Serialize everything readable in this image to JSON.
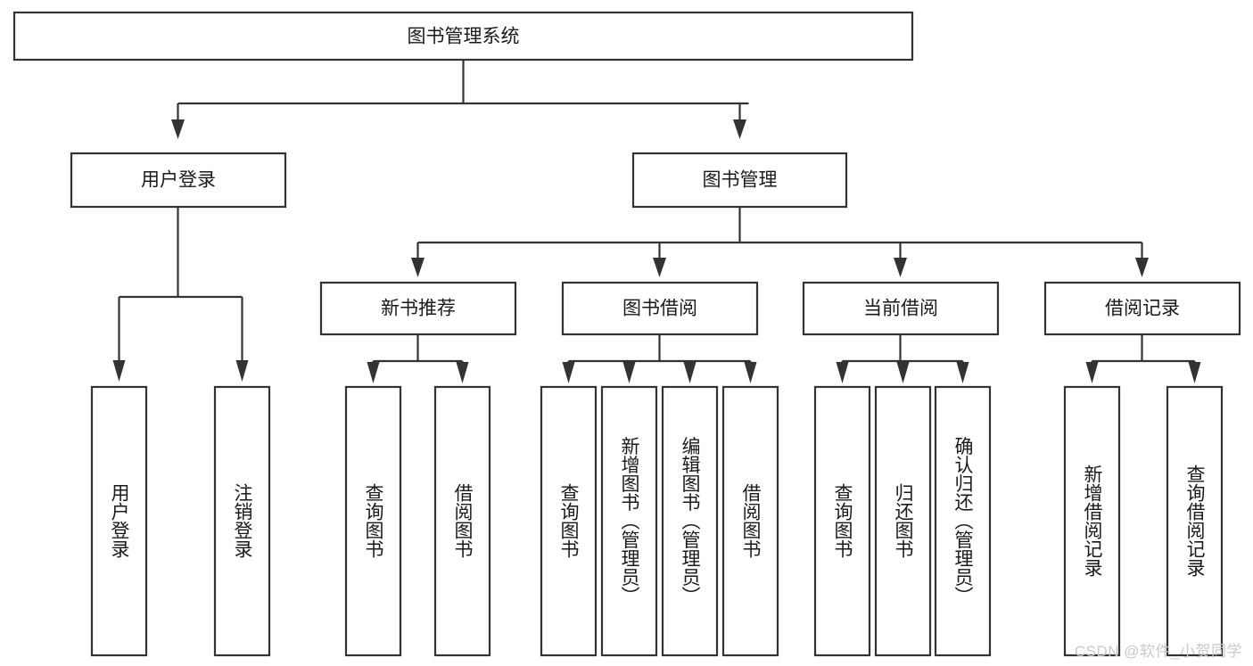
{
  "diagram": {
    "type": "tree-hierarchy-chart",
    "title": "图书管理系统",
    "watermark": "CSDN @软件_小贺同学",
    "colors": {
      "stroke": "#333333",
      "fill": "#ffffff",
      "text": "#1a1a1a",
      "watermark": "#c9c9c9"
    },
    "levels": {
      "level0": [
        {
          "id": "root",
          "label": "图书管理系统",
          "orientation": "horizontal"
        }
      ],
      "level1": [
        {
          "id": "user-login",
          "label": "用户登录",
          "orientation": "horizontal"
        },
        {
          "id": "book-manage",
          "label": "图书管理",
          "orientation": "horizontal"
        }
      ],
      "level2": [
        {
          "id": "new-book-recommend",
          "label": "新书推荐",
          "orientation": "horizontal"
        },
        {
          "id": "book-borrow",
          "label": "图书借阅",
          "orientation": "horizontal"
        },
        {
          "id": "current-borrow",
          "label": "当前借阅",
          "orientation": "horizontal"
        },
        {
          "id": "borrow-record",
          "label": "借阅记录",
          "orientation": "horizontal"
        }
      ],
      "level3": [
        {
          "id": "leaf-user-login",
          "label": "用户登录",
          "orientation": "vertical",
          "parent": "user-login"
        },
        {
          "id": "leaf-user-logout",
          "label": "注销登录",
          "orientation": "vertical",
          "parent": "user-login"
        },
        {
          "id": "leaf-query-book-1",
          "label": "查询图书",
          "orientation": "vertical",
          "parent": "new-book-recommend"
        },
        {
          "id": "leaf-borrow-book-1",
          "label": "借阅图书",
          "orientation": "vertical",
          "parent": "new-book-recommend"
        },
        {
          "id": "leaf-query-book-2",
          "label": "查询图书",
          "orientation": "vertical",
          "parent": "book-borrow"
        },
        {
          "id": "leaf-add-book",
          "label": "新增图书（管理员）",
          "orientation": "vertical",
          "parent": "book-borrow"
        },
        {
          "id": "leaf-edit-book",
          "label": "编辑图书（管理员）",
          "orientation": "vertical",
          "parent": "book-borrow"
        },
        {
          "id": "leaf-borrow-book-2",
          "label": "借阅图书",
          "orientation": "vertical",
          "parent": "book-borrow"
        },
        {
          "id": "leaf-query-book-3",
          "label": "查询图书",
          "orientation": "vertical",
          "parent": "current-borrow"
        },
        {
          "id": "leaf-return-book",
          "label": "归还图书",
          "orientation": "vertical",
          "parent": "current-borrow"
        },
        {
          "id": "leaf-confirm-return",
          "label": "确认归还（管理员）",
          "orientation": "vertical",
          "parent": "current-borrow"
        },
        {
          "id": "leaf-add-record",
          "label": "新增借阅记录",
          "orientation": "vertical",
          "parent": "borrow-record"
        },
        {
          "id": "leaf-query-record",
          "label": "查询借阅记录",
          "orientation": "vertical",
          "parent": "borrow-record"
        }
      ]
    },
    "edges": [
      {
        "from": "root",
        "to": "user-login"
      },
      {
        "from": "root",
        "to": "book-manage"
      },
      {
        "from": "user-login",
        "to": "leaf-user-login"
      },
      {
        "from": "user-login",
        "to": "leaf-user-logout"
      },
      {
        "from": "book-manage",
        "to": "new-book-recommend"
      },
      {
        "from": "book-manage",
        "to": "book-borrow"
      },
      {
        "from": "book-manage",
        "to": "current-borrow"
      },
      {
        "from": "book-manage",
        "to": "borrow-record"
      },
      {
        "from": "new-book-recommend",
        "to": "leaf-query-book-1"
      },
      {
        "from": "new-book-recommend",
        "to": "leaf-borrow-book-1"
      },
      {
        "from": "book-borrow",
        "to": "leaf-query-book-2"
      },
      {
        "from": "book-borrow",
        "to": "leaf-add-book"
      },
      {
        "from": "book-borrow",
        "to": "leaf-edit-book"
      },
      {
        "from": "book-borrow",
        "to": "leaf-borrow-book-2"
      },
      {
        "from": "current-borrow",
        "to": "leaf-query-book-3"
      },
      {
        "from": "current-borrow",
        "to": "leaf-return-book"
      },
      {
        "from": "current-borrow",
        "to": "leaf-confirm-return"
      },
      {
        "from": "borrow-record",
        "to": "leaf-add-record"
      },
      {
        "from": "borrow-record",
        "to": "leaf-query-record"
      }
    ]
  }
}
